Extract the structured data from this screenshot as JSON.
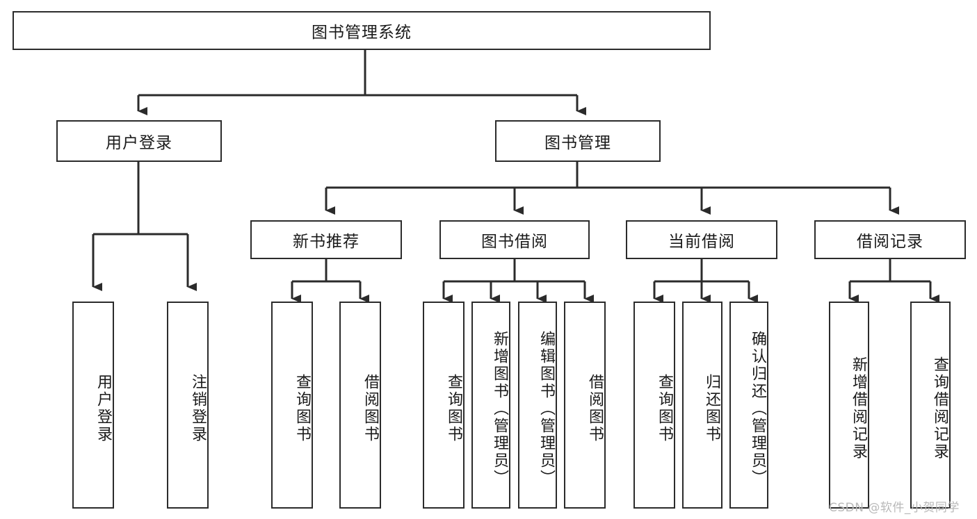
{
  "diagram": {
    "title": "图书管理系统",
    "type": "tree-hierarchy",
    "orientation": "top-down",
    "colors": {
      "box_border": "#2b2b2b",
      "box_fill": "#ffffff",
      "edge": "#2b2b2b",
      "text": "#1a1a1a",
      "watermark": "#b9b9b9",
      "background": "#ffffff"
    }
  },
  "nodes": {
    "root": {
      "label": "图书管理系统"
    },
    "level1": [
      {
        "id": "user-login",
        "label": "用户登录"
      },
      {
        "id": "book-manage",
        "label": "图书管理"
      }
    ],
    "level2": [
      {
        "id": "new-book-recommend",
        "label": "新书推荐"
      },
      {
        "id": "book-borrow",
        "label": "图书借阅"
      },
      {
        "id": "current-borrow",
        "label": "当前借阅"
      },
      {
        "id": "borrow-record",
        "label": "借阅记录"
      }
    ],
    "leaves": {
      "user-login": [
        {
          "id": "leaf-user-login",
          "label": "用户登录"
        },
        {
          "id": "leaf-logout-login",
          "label": "注销登录"
        }
      ],
      "new-book-recommend": [
        {
          "id": "leaf-query-book-1",
          "label": "查询图书"
        },
        {
          "id": "leaf-borrow-book-1",
          "label": "借阅图书"
        }
      ],
      "book-borrow": [
        {
          "id": "leaf-query-book-2",
          "label": "查询图书"
        },
        {
          "id": "leaf-add-book-admin",
          "label": "新增图书（管理员）"
        },
        {
          "id": "leaf-edit-book-admin",
          "label": "编辑图书（管理员）"
        },
        {
          "id": "leaf-borrow-book-2",
          "label": "借阅图书"
        }
      ],
      "current-borrow": [
        {
          "id": "leaf-query-book-3",
          "label": "查询图书"
        },
        {
          "id": "leaf-return-book",
          "label": "归还图书"
        },
        {
          "id": "leaf-confirm-return-admin",
          "label": "确认归还（管理员）"
        }
      ],
      "borrow-record": [
        {
          "id": "leaf-add-borrow-record",
          "label": "新增借阅记录"
        },
        {
          "id": "leaf-query-borrow-record",
          "label": "查询借阅记录"
        }
      ]
    }
  },
  "watermark": {
    "text": "CSDN @软件_小贺同学"
  }
}
